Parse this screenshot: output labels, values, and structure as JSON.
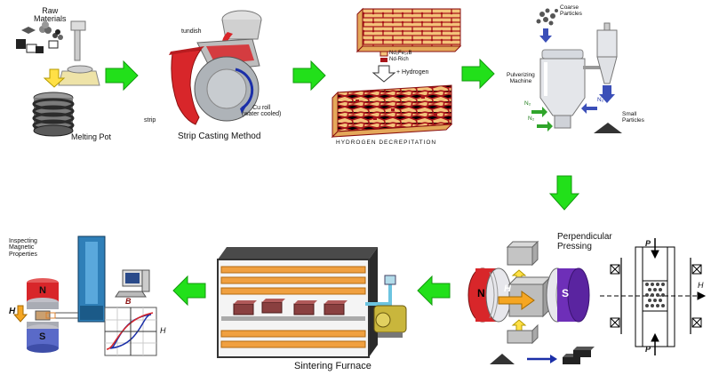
{
  "step1": {
    "raw_materials": "Raw\nMaterials",
    "melting_pot": "Melting Pot"
  },
  "step2": {
    "tundish": "tundish",
    "cu_roll": "Cu roll\n(water cooled)",
    "strip": "strip",
    "caption": "Strip Casting Method"
  },
  "step3": {
    "legend_1": "Nd₂Fe₁₄B",
    "legend_2": "Nd-Rich",
    "hydrogen": "+ Hydrogen",
    "caption": "HYDROGEN DECREPITATION"
  },
  "step4": {
    "coarse": "Coarse\nParticles",
    "machine": "Pulverizing\nMachine",
    "n2_a": "N₂",
    "n2_b": "N₂",
    "n2_c": "N₂",
    "small": "Small\nParticles"
  },
  "step5": {
    "caption": "Perpendicular\nPressing",
    "n_pole": "N",
    "s_pole": "S",
    "h_field": "H",
    "p_top": "P",
    "p_bottom": "P",
    "h_right": "H"
  },
  "step6": {
    "caption": "Sintering Furnace"
  },
  "step7": {
    "caption": "Inspecting\nMagnetic\nProperties",
    "n_pole": "N",
    "s_pole": "S",
    "h_label": "H",
    "b_axis": "B",
    "h_axis": "H"
  },
  "colors": {
    "arrow_green": "#22e01a",
    "magnet_red": "#d8262a",
    "grain_orange": "#f4c37a",
    "grain_border": "#a8141a",
    "furnace_orange": "#f0a040"
  }
}
